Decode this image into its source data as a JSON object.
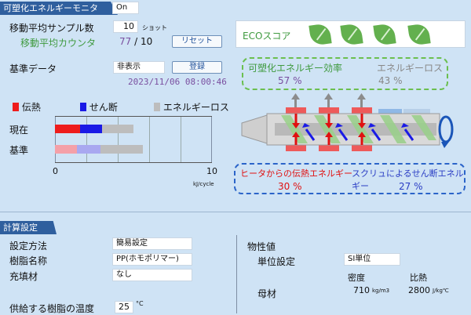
{
  "monitor": {
    "title": "可塑化エネルギーモニタ",
    "status_value": "On",
    "moving_avg_samples_label": "移動平均サンプル数",
    "moving_avg_samples_value": "10",
    "moving_avg_samples_unit": "ショット",
    "moving_avg_counter_label": "移動平均カウンタ",
    "counter_current": "77",
    "counter_sep": "/",
    "counter_total": "10",
    "reset_label": "リセット",
    "baseline_label": "基準データ",
    "baseline_value": "非表示",
    "register_label": "登録",
    "timestamp": "2023/11/06 08:00:46",
    "legend": {
      "conduction": "伝熱",
      "shear": "せん断",
      "loss": "エネルギーロス"
    },
    "row_current": "現在",
    "row_baseline": "基準",
    "axis_zero": "0",
    "axis_ten": "10",
    "axis_unit": "kJ/cycle",
    "bars": {
      "current": {
        "conduction": 1.6,
        "shear": 1.4,
        "loss": 2.0
      },
      "baseline": {
        "conduction": 1.4,
        "shear": 1.5,
        "loss": 2.7
      }
    },
    "colors": {
      "conduction": "#ee1c1c",
      "shear": "#1a1ae6",
      "loss": "#bdbdbd",
      "conduction_base": "#f4a0a8",
      "shear_base": "#a9a8f0"
    },
    "eco_label": "ECOスコア",
    "eco_leaves": 4,
    "efficiency_label": "可塑化エネルギー効率",
    "efficiency_value": "57",
    "efficiency_unit": "%",
    "loss_label": "エネルギーロス",
    "loss_value": "43",
    "loss_unit": "%",
    "heater_label": "ヒータからの伝熱エネルギー",
    "heater_value": "30",
    "heater_unit": "%",
    "screw_label": "スクリュによるせん断エネルギー",
    "screw_value": "27",
    "screw_unit": "%"
  },
  "settings": {
    "title": "計算設定",
    "method_label": "設定方法",
    "method_value": "簡易設定",
    "resin_label": "樹脂名称",
    "resin_value": "PP(ホモポリマー)",
    "filler_label": "充填材",
    "filler_value": "なし",
    "supply_temp_label": "供給する樹脂の温度",
    "supply_temp_value": "25",
    "supply_temp_unit": "°C",
    "properties_label": "物性値",
    "unit_setting_label": "単位設定",
    "unit_setting_value": "SI単位",
    "density_header": "密度",
    "specific_heat_header": "比熱",
    "base_material_label": "母材",
    "density_value": "710",
    "density_unit": "kg/m3",
    "specific_heat_value": "2800",
    "specific_heat_unit": "J/kg℃"
  }
}
